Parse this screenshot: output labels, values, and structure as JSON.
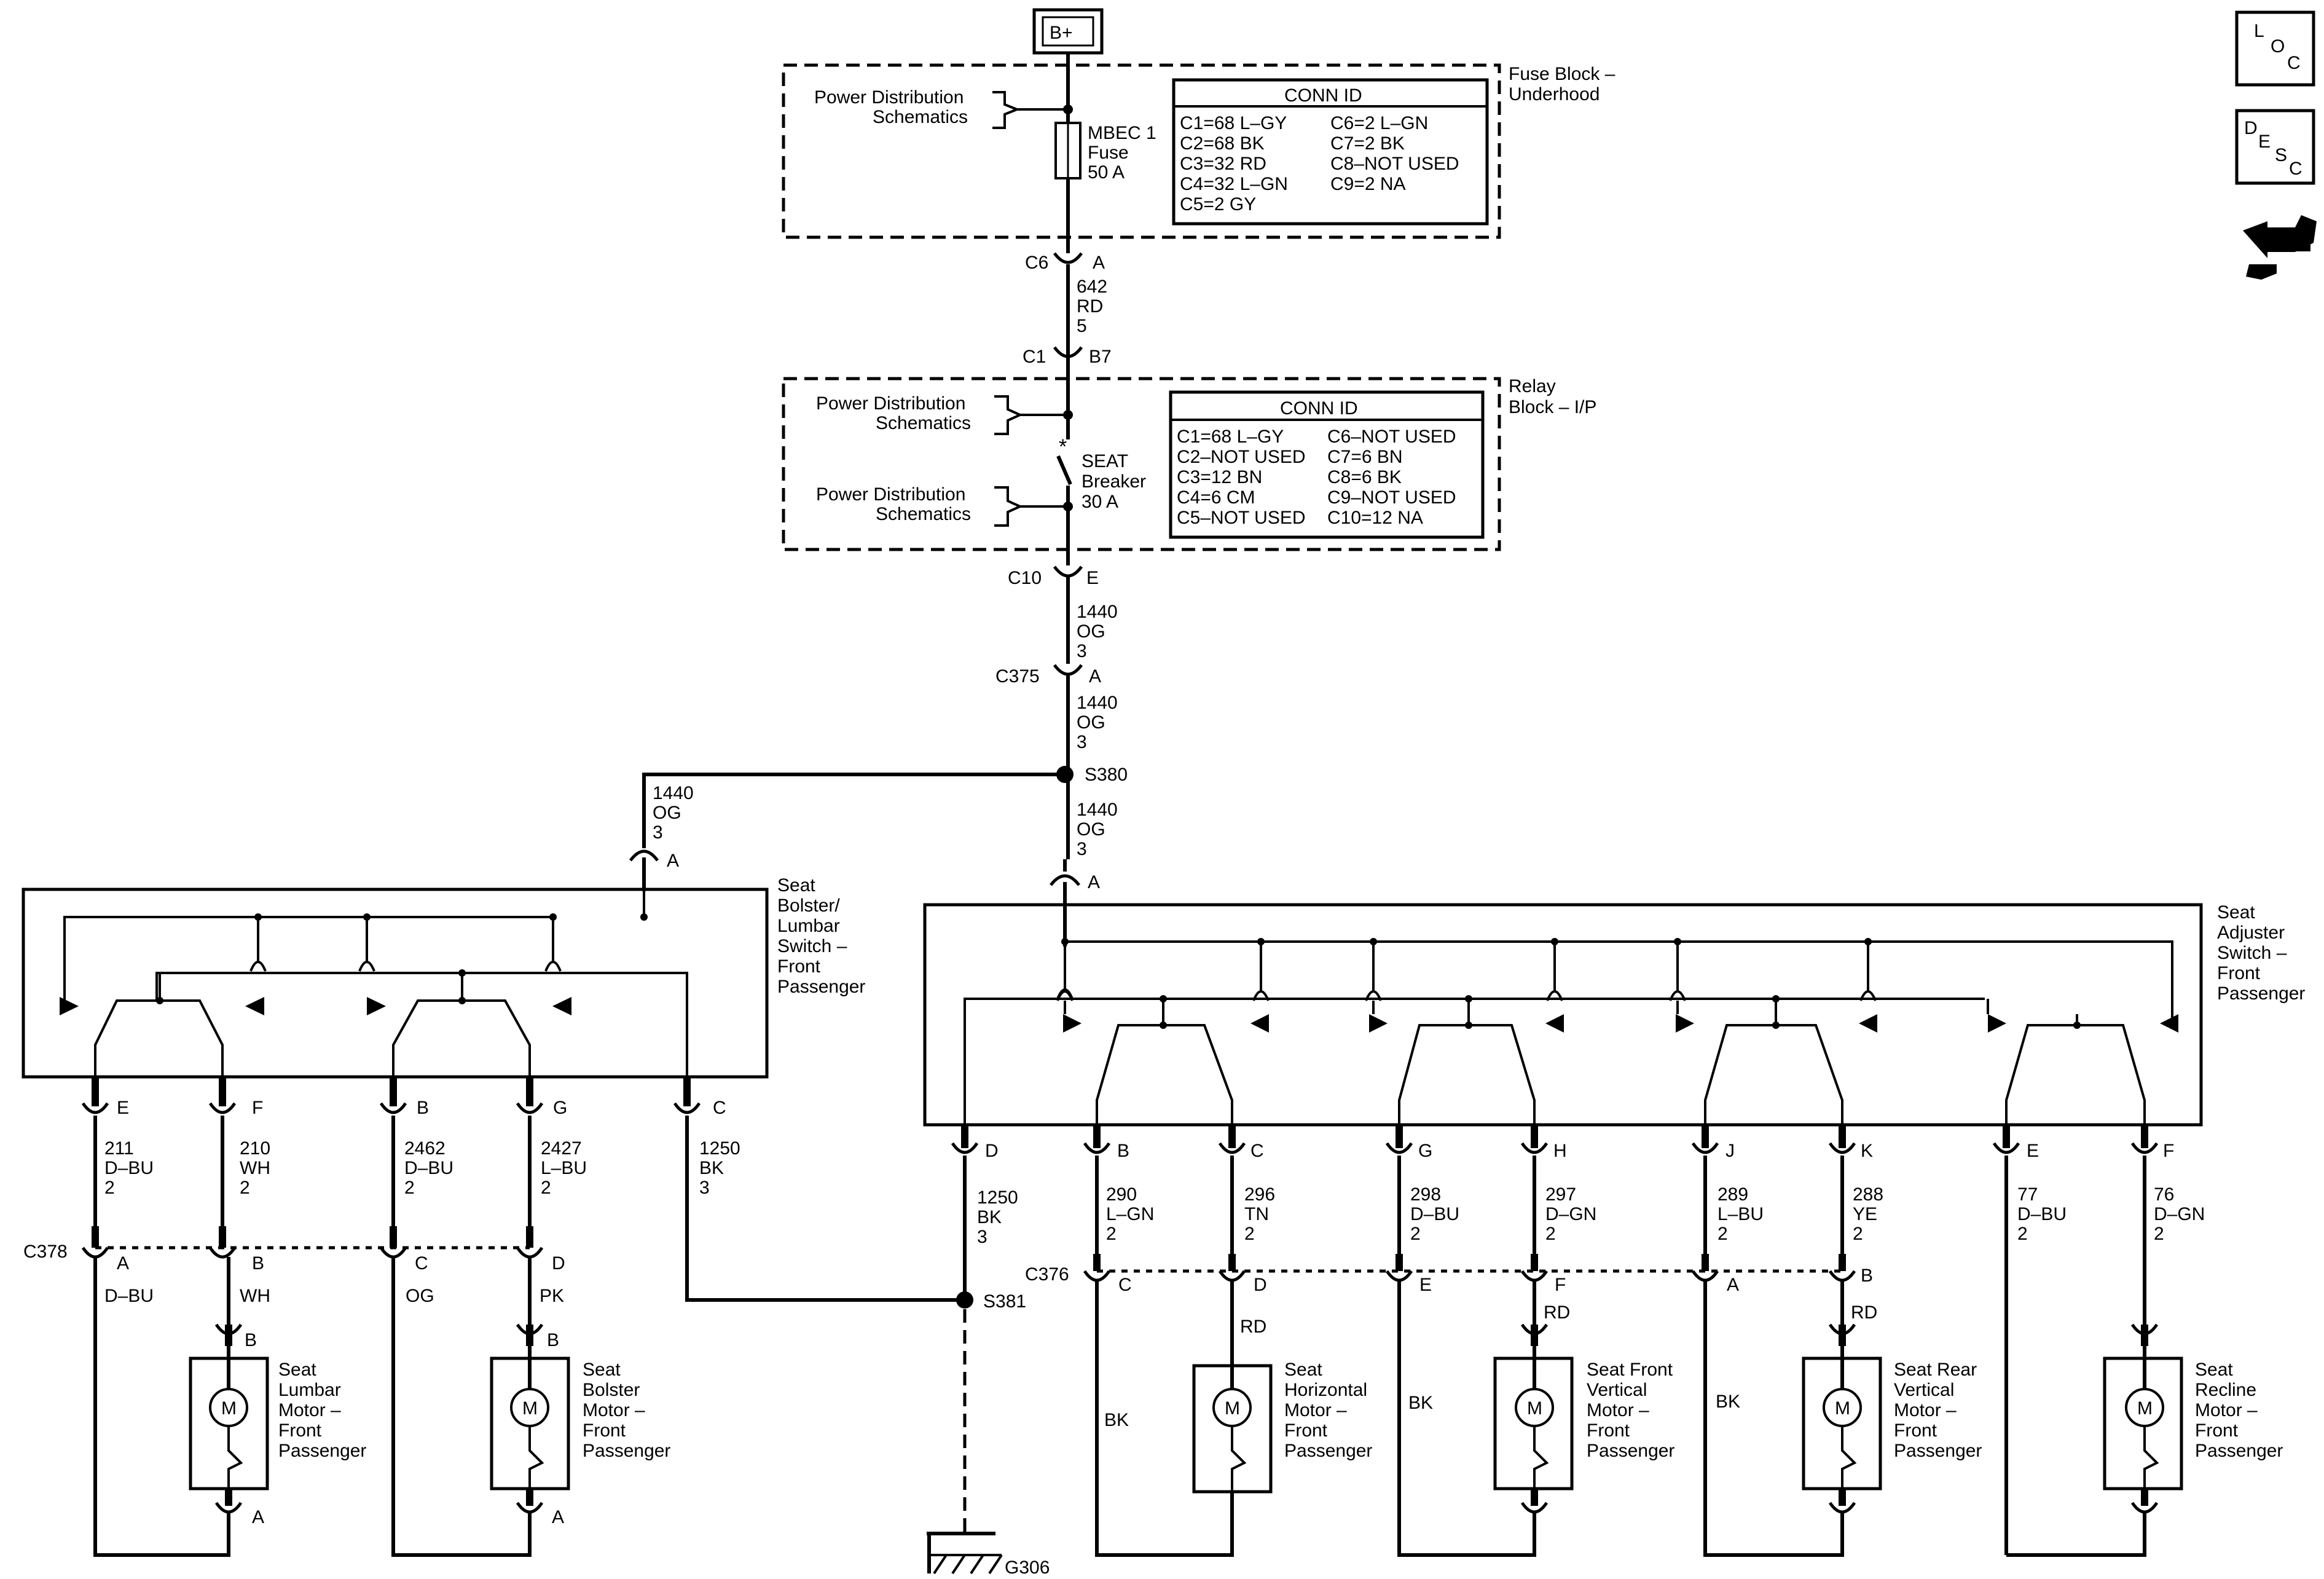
{
  "power_source": "B+",
  "side_icons": {
    "loc": [
      "L",
      "O",
      "C"
    ],
    "desc": [
      "D",
      "E",
      "S",
      "C"
    ],
    "nav_icon": "hand-pointer-icon"
  },
  "fuse_block": {
    "title": [
      "Fuse Block –",
      "Underhood"
    ],
    "pd_label": [
      "Power Distribution",
      "Schematics"
    ],
    "fuse_label": [
      "MBEC 1",
      "Fuse",
      "50 A"
    ],
    "conn_title": "CONN ID",
    "conn_rows": [
      [
        "C1=68 L–GY",
        "C6=2 L–GN"
      ],
      [
        "C2=68 BK",
        "C7=2 BK"
      ],
      [
        "C3=32 RD",
        "C8–NOT USED"
      ],
      [
        "C4=32 L–GN",
        "C9=2 NA"
      ],
      [
        "C5=2 GY",
        ""
      ]
    ]
  },
  "relay_block": {
    "title": [
      "Relay",
      "Block – I/P"
    ],
    "pd_label_1": [
      "Power Distribution",
      "Schematics"
    ],
    "pd_label_2": [
      "Power Distribution",
      "Schematics"
    ],
    "breaker_label": [
      "SEAT",
      "Breaker",
      "30 A"
    ],
    "conn_title": "CONN ID",
    "conn_rows": [
      [
        "C1=68 L–GY",
        "C6–NOT USED"
      ],
      [
        "C2–NOT USED",
        "C7=6 BN"
      ],
      [
        "C3=12 BN",
        "C8=6 BK"
      ],
      [
        "C4=6 CM",
        "C9–NOT USED"
      ],
      [
        "C5–NOT USED",
        "C10=12 NA"
      ]
    ]
  },
  "main_line": {
    "c6": "C6",
    "c6_pin": "A",
    "wire1": [
      "642",
      "RD",
      "5"
    ],
    "c1": "C1",
    "c1_pin": "B7",
    "c10": "C10",
    "c10_pin": "E",
    "wire2": [
      "1440",
      "OG",
      "3"
    ],
    "c375": "C375",
    "c375_pin": "A",
    "wire3": [
      "1440",
      "OG",
      "3"
    ],
    "splice": "S380",
    "wire4": [
      "1440",
      "OG",
      "3"
    ],
    "wire_left": [
      "1440",
      "OG",
      "3"
    ],
    "adj_pin": "A",
    "bol_pin": "A"
  },
  "bolster_switch": {
    "title": [
      "Seat",
      "Bolster/",
      "Lumbar",
      "Switch –",
      "Front",
      "Passenger"
    ],
    "pins": [
      "E",
      "F",
      "B",
      "G",
      "C"
    ],
    "wires": [
      [
        "211",
        "D–BU",
        "2"
      ],
      [
        "210",
        "WH",
        "2"
      ],
      [
        "2462",
        "D–BU",
        "2"
      ],
      [
        "2427",
        "L–BU",
        "2"
      ],
      [
        "1250",
        "BK",
        "3"
      ]
    ]
  },
  "c378": {
    "label": "C378",
    "pins": [
      "A",
      "B",
      "C",
      "D"
    ],
    "colors": [
      "D–BU",
      "WH",
      "OG",
      "PK"
    ]
  },
  "left_motors": [
    {
      "name": [
        "Seat",
        "Lumbar",
        "Motor –",
        "Front",
        "Passenger"
      ],
      "top_pin": "B",
      "bottom_pin": "A"
    },
    {
      "name": [
        "Seat",
        "Bolster",
        "Motor –",
        "Front",
        "Passenger"
      ],
      "top_pin": "B",
      "bottom_pin": "A"
    }
  ],
  "adjuster_switch": {
    "title": [
      "Seat",
      "Adjuster",
      "Switch –",
      "Front",
      "Passenger"
    ],
    "pins": [
      "D",
      "B",
      "C",
      "G",
      "H",
      "J",
      "K",
      "E",
      "F"
    ],
    "wires": [
      [
        "1250",
        "BK",
        "3"
      ],
      [
        "290",
        "L–GN",
        "2"
      ],
      [
        "296",
        "TN",
        "2"
      ],
      [
        "298",
        "D–BU",
        "2"
      ],
      [
        "297",
        "D–GN",
        "2"
      ],
      [
        "289",
        "L–BU",
        "2"
      ],
      [
        "288",
        "YE",
        "2"
      ],
      [
        "77",
        "D–BU",
        "2"
      ],
      [
        "76",
        "D–GN",
        "2"
      ]
    ]
  },
  "c376": {
    "label": "C376",
    "pins": [
      "C",
      "D",
      "E",
      "F",
      "A",
      "B"
    ],
    "colors": [
      "BK",
      "RD",
      "BK",
      "RD",
      "BK",
      "RD"
    ]
  },
  "splice2": "S381",
  "ground": "G306",
  "M": "M",
  "right_motors": [
    {
      "name": [
        "Seat",
        "Horizontal",
        "Motor –",
        "Front",
        "Passenger"
      ]
    },
    {
      "name": [
        "Seat Front",
        "Vertical",
        "Motor –",
        "Front",
        "Passenger"
      ]
    },
    {
      "name": [
        "Seat Rear",
        "Vertical",
        "Motor –",
        "Front",
        "Passenger"
      ]
    },
    {
      "name": [
        "Seat",
        "Recline",
        "Motor –",
        "Front",
        "Passenger"
      ]
    }
  ]
}
